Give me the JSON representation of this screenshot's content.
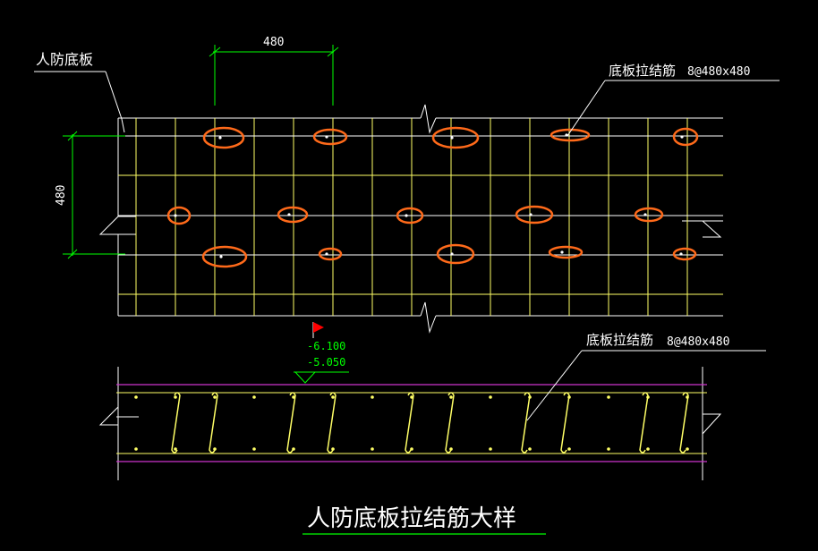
{
  "labels": {
    "slab": "人防底板",
    "tie_top": "底板拉结筋",
    "tie_top_spec": "8@480x480",
    "tie_section": "底板拉结筋",
    "tie_section_spec": "8@480x480",
    "title": "人防底板拉结筋大样"
  },
  "dimensions": {
    "horizontal": "480",
    "vertical": "480"
  },
  "elevation": {
    "top": "-6.100",
    "bottom": "-5.050"
  },
  "colors": {
    "background": "#000000",
    "line": "#ffffff",
    "rebar": "#ffff66",
    "dimension": "#00ff00",
    "highlight": "#ff6a1a",
    "section_band": "#cc33cc",
    "flag": "#ff0000"
  },
  "icons": {
    "elevation_marker": "red-flag-icon"
  }
}
